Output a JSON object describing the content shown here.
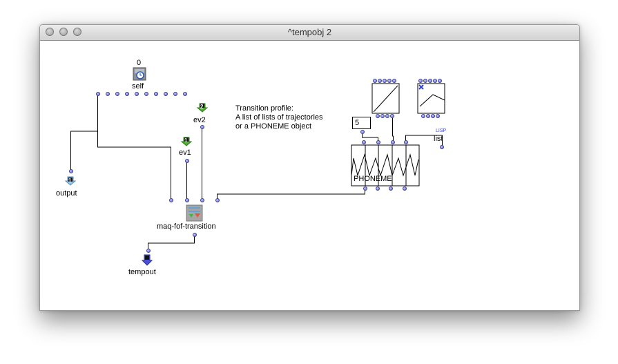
{
  "window": {
    "title": "^tempobj 2"
  },
  "boxes": {
    "self": {
      "value": "0",
      "label": "self"
    },
    "output": {
      "label": "output",
      "index": "1"
    },
    "ev1": {
      "label": "ev1",
      "index": "1"
    },
    "ev2": {
      "label": "ev2",
      "index": "2"
    },
    "maq": {
      "label": "maq-fof-transition"
    },
    "tempout": {
      "label": "tempout"
    },
    "number": {
      "value": "5"
    },
    "phoneme": {
      "label": "PHONEME"
    },
    "list": {
      "label": "list",
      "tag": "LISP"
    }
  },
  "comment": {
    "line1": "Transition profile:",
    "line2": "A list of lists of trajectories",
    "line3": "or a PHONEME object"
  },
  "colors": {
    "outlet": "#5a5fc4",
    "arrow_green": "#4caf2e",
    "arrow_blue": "#4a4fd8",
    "arrow_lightblue": "#8fc2e6"
  }
}
